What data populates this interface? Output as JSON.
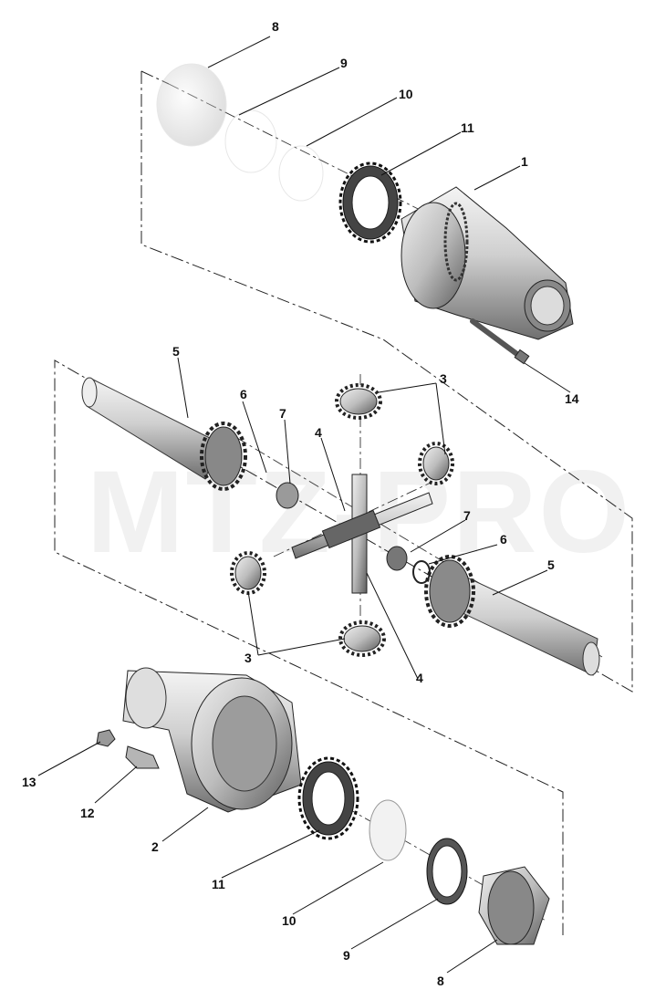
{
  "diagram": {
    "watermark": "MTZ-PRO",
    "callouts": [
      "8",
      "9",
      "10",
      "11",
      "1",
      "14",
      "5",
      "6",
      "7",
      "3",
      "4",
      "4",
      "7",
      "6",
      "5",
      "3",
      "4",
      "13",
      "12",
      "2",
      "11",
      "10",
      "9",
      "8"
    ],
    "colors": {
      "line": "#111111",
      "part_light": "#e8e8e8",
      "part_dark": "#6f6f6f",
      "watermark": "#f1f1f1"
    }
  }
}
